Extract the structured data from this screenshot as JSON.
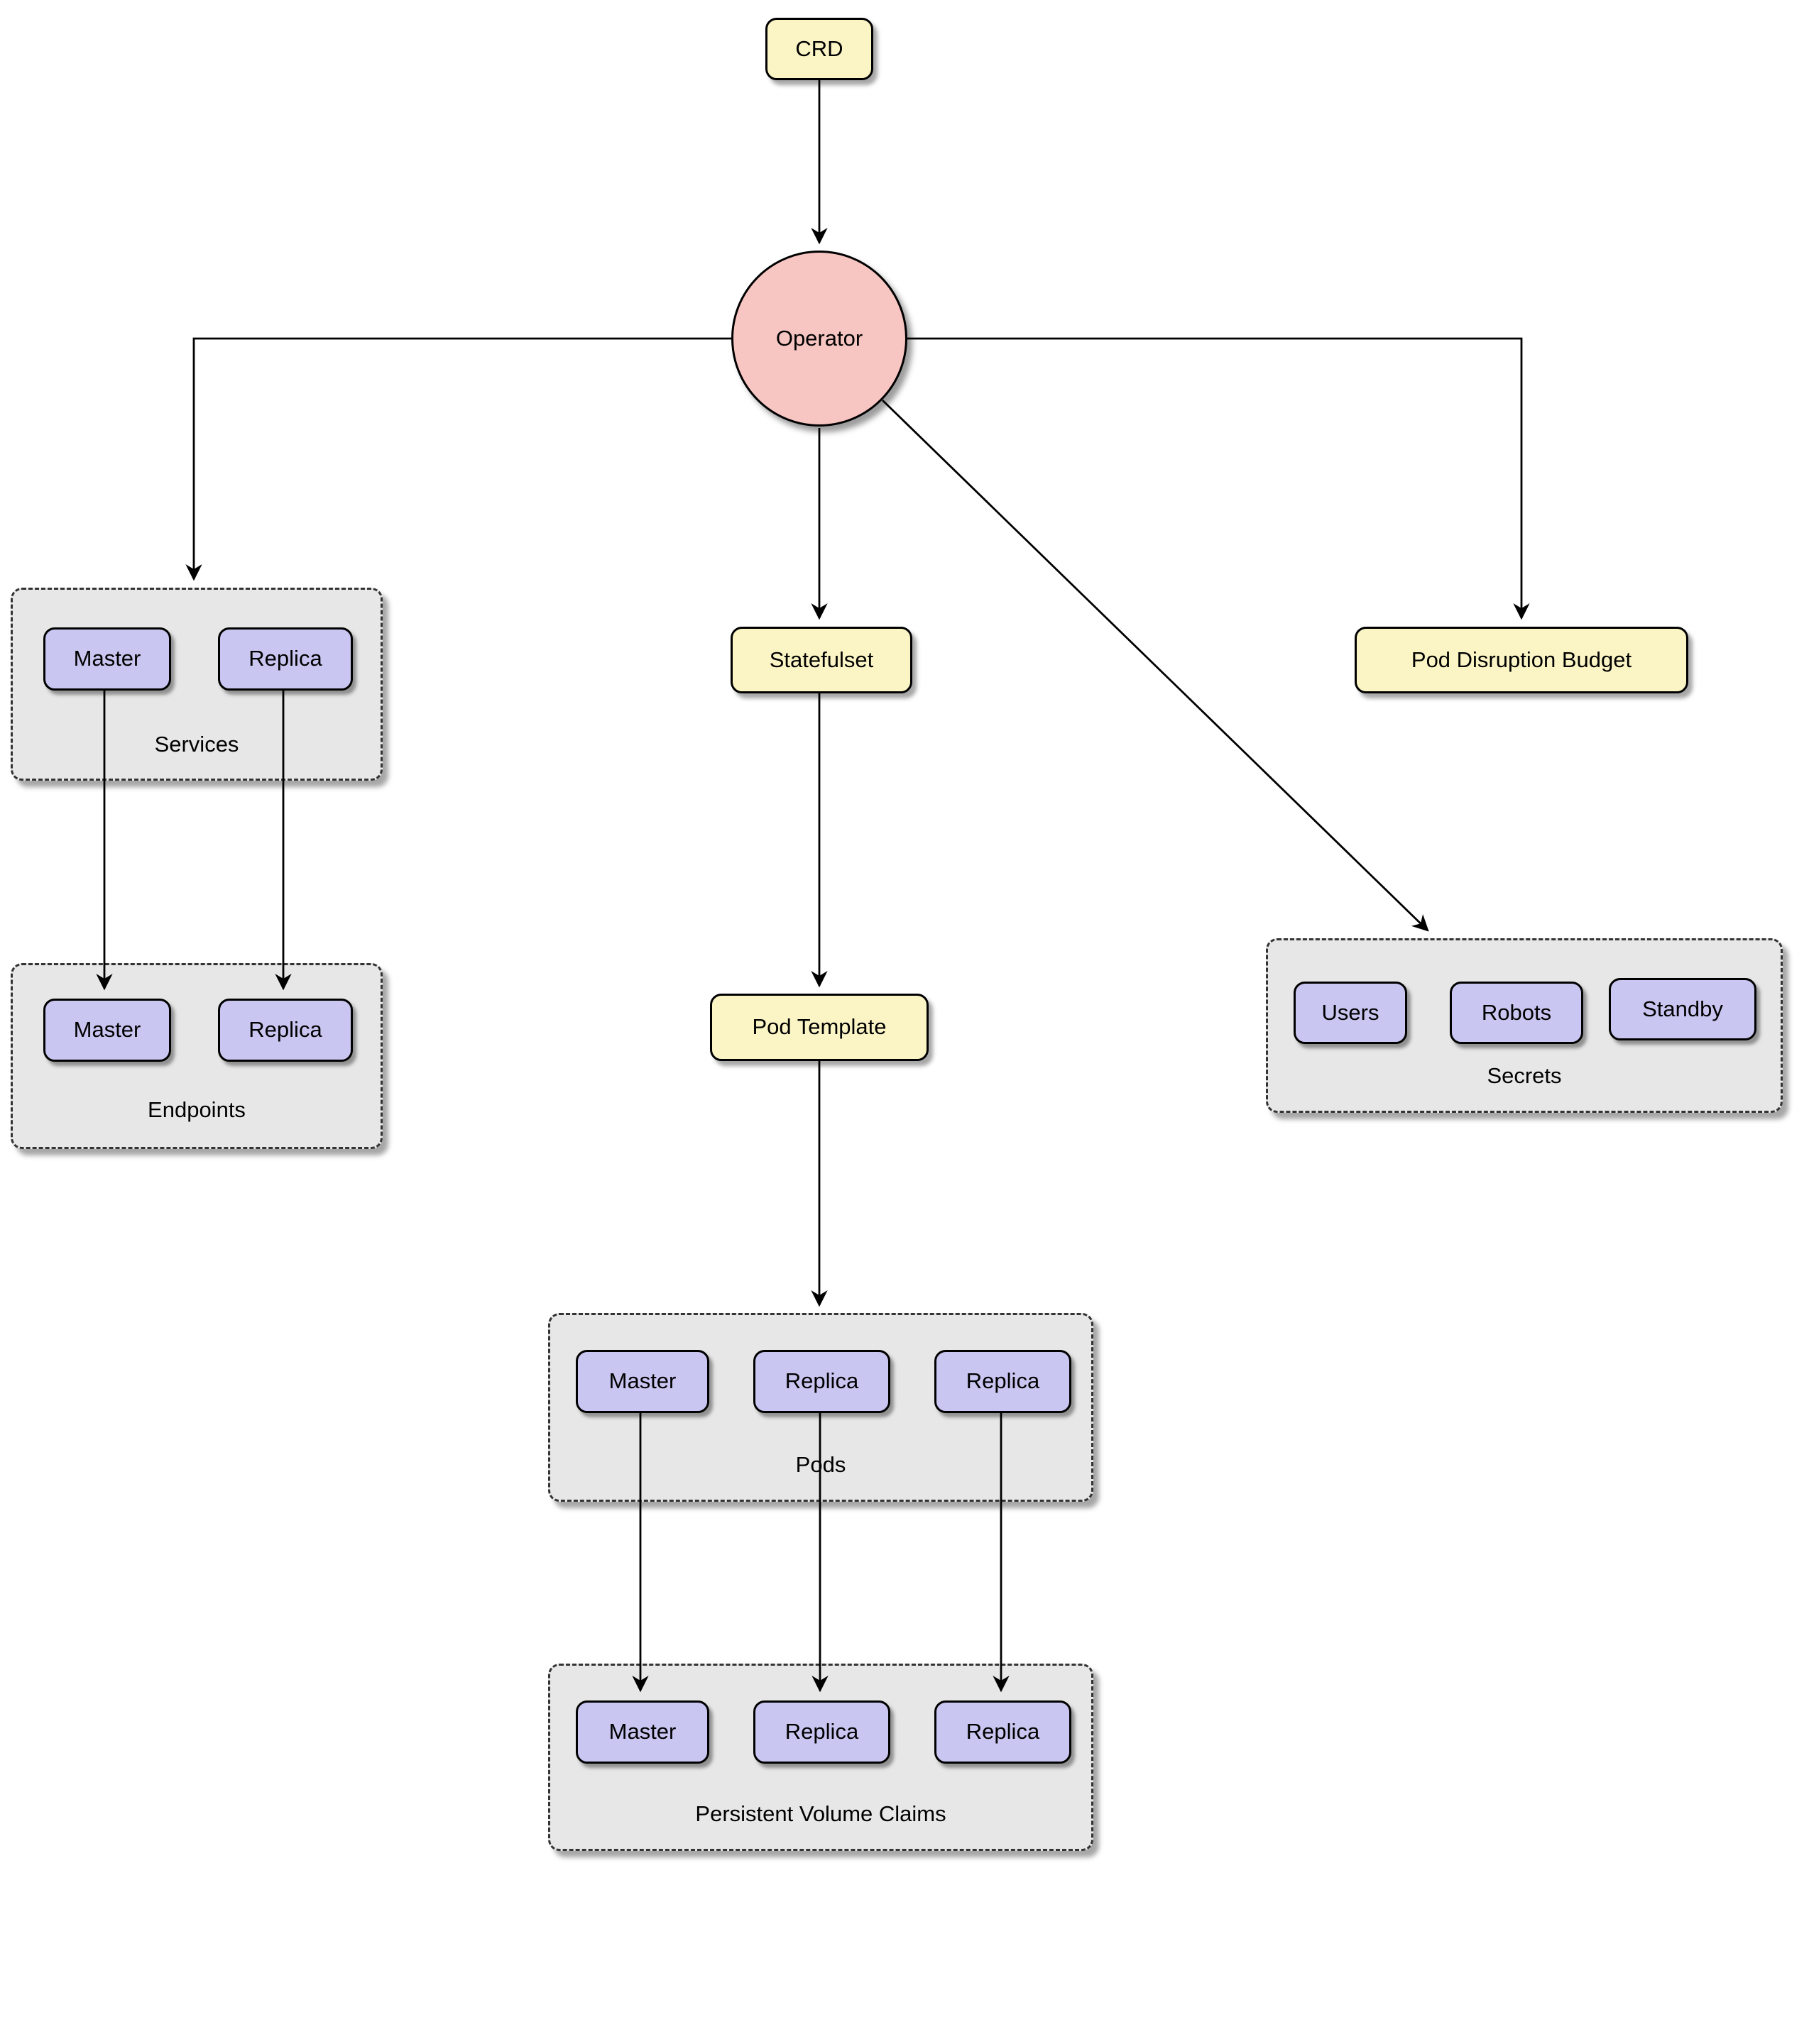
{
  "colors": {
    "node_yellow": "#FBF5C5",
    "node_purple": "#C9C6F1",
    "node_pink": "#F8C6C2",
    "group_gray": "#E7E7E7",
    "edge_black": "#000000"
  },
  "nodes": {
    "crd": "CRD",
    "operator": "Operator",
    "statefulset": "Statefulset",
    "pod_template": "Pod Template",
    "pod_disruption_budget": "Pod Disruption Budget"
  },
  "groups": {
    "services": {
      "label": "Services",
      "items": [
        "Master",
        "Replica"
      ]
    },
    "endpoints": {
      "label": "Endpoints",
      "items": [
        "Master",
        "Replica"
      ]
    },
    "pods": {
      "label": "Pods",
      "items": [
        "Master",
        "Replica",
        "Replica"
      ]
    },
    "pvc": {
      "label": "Persistent Volume Claims",
      "items": [
        "Master",
        "Replica",
        "Replica"
      ]
    },
    "secrets": {
      "label": "Secrets",
      "items": [
        "Users",
        "Robots",
        "Standby"
      ]
    }
  }
}
